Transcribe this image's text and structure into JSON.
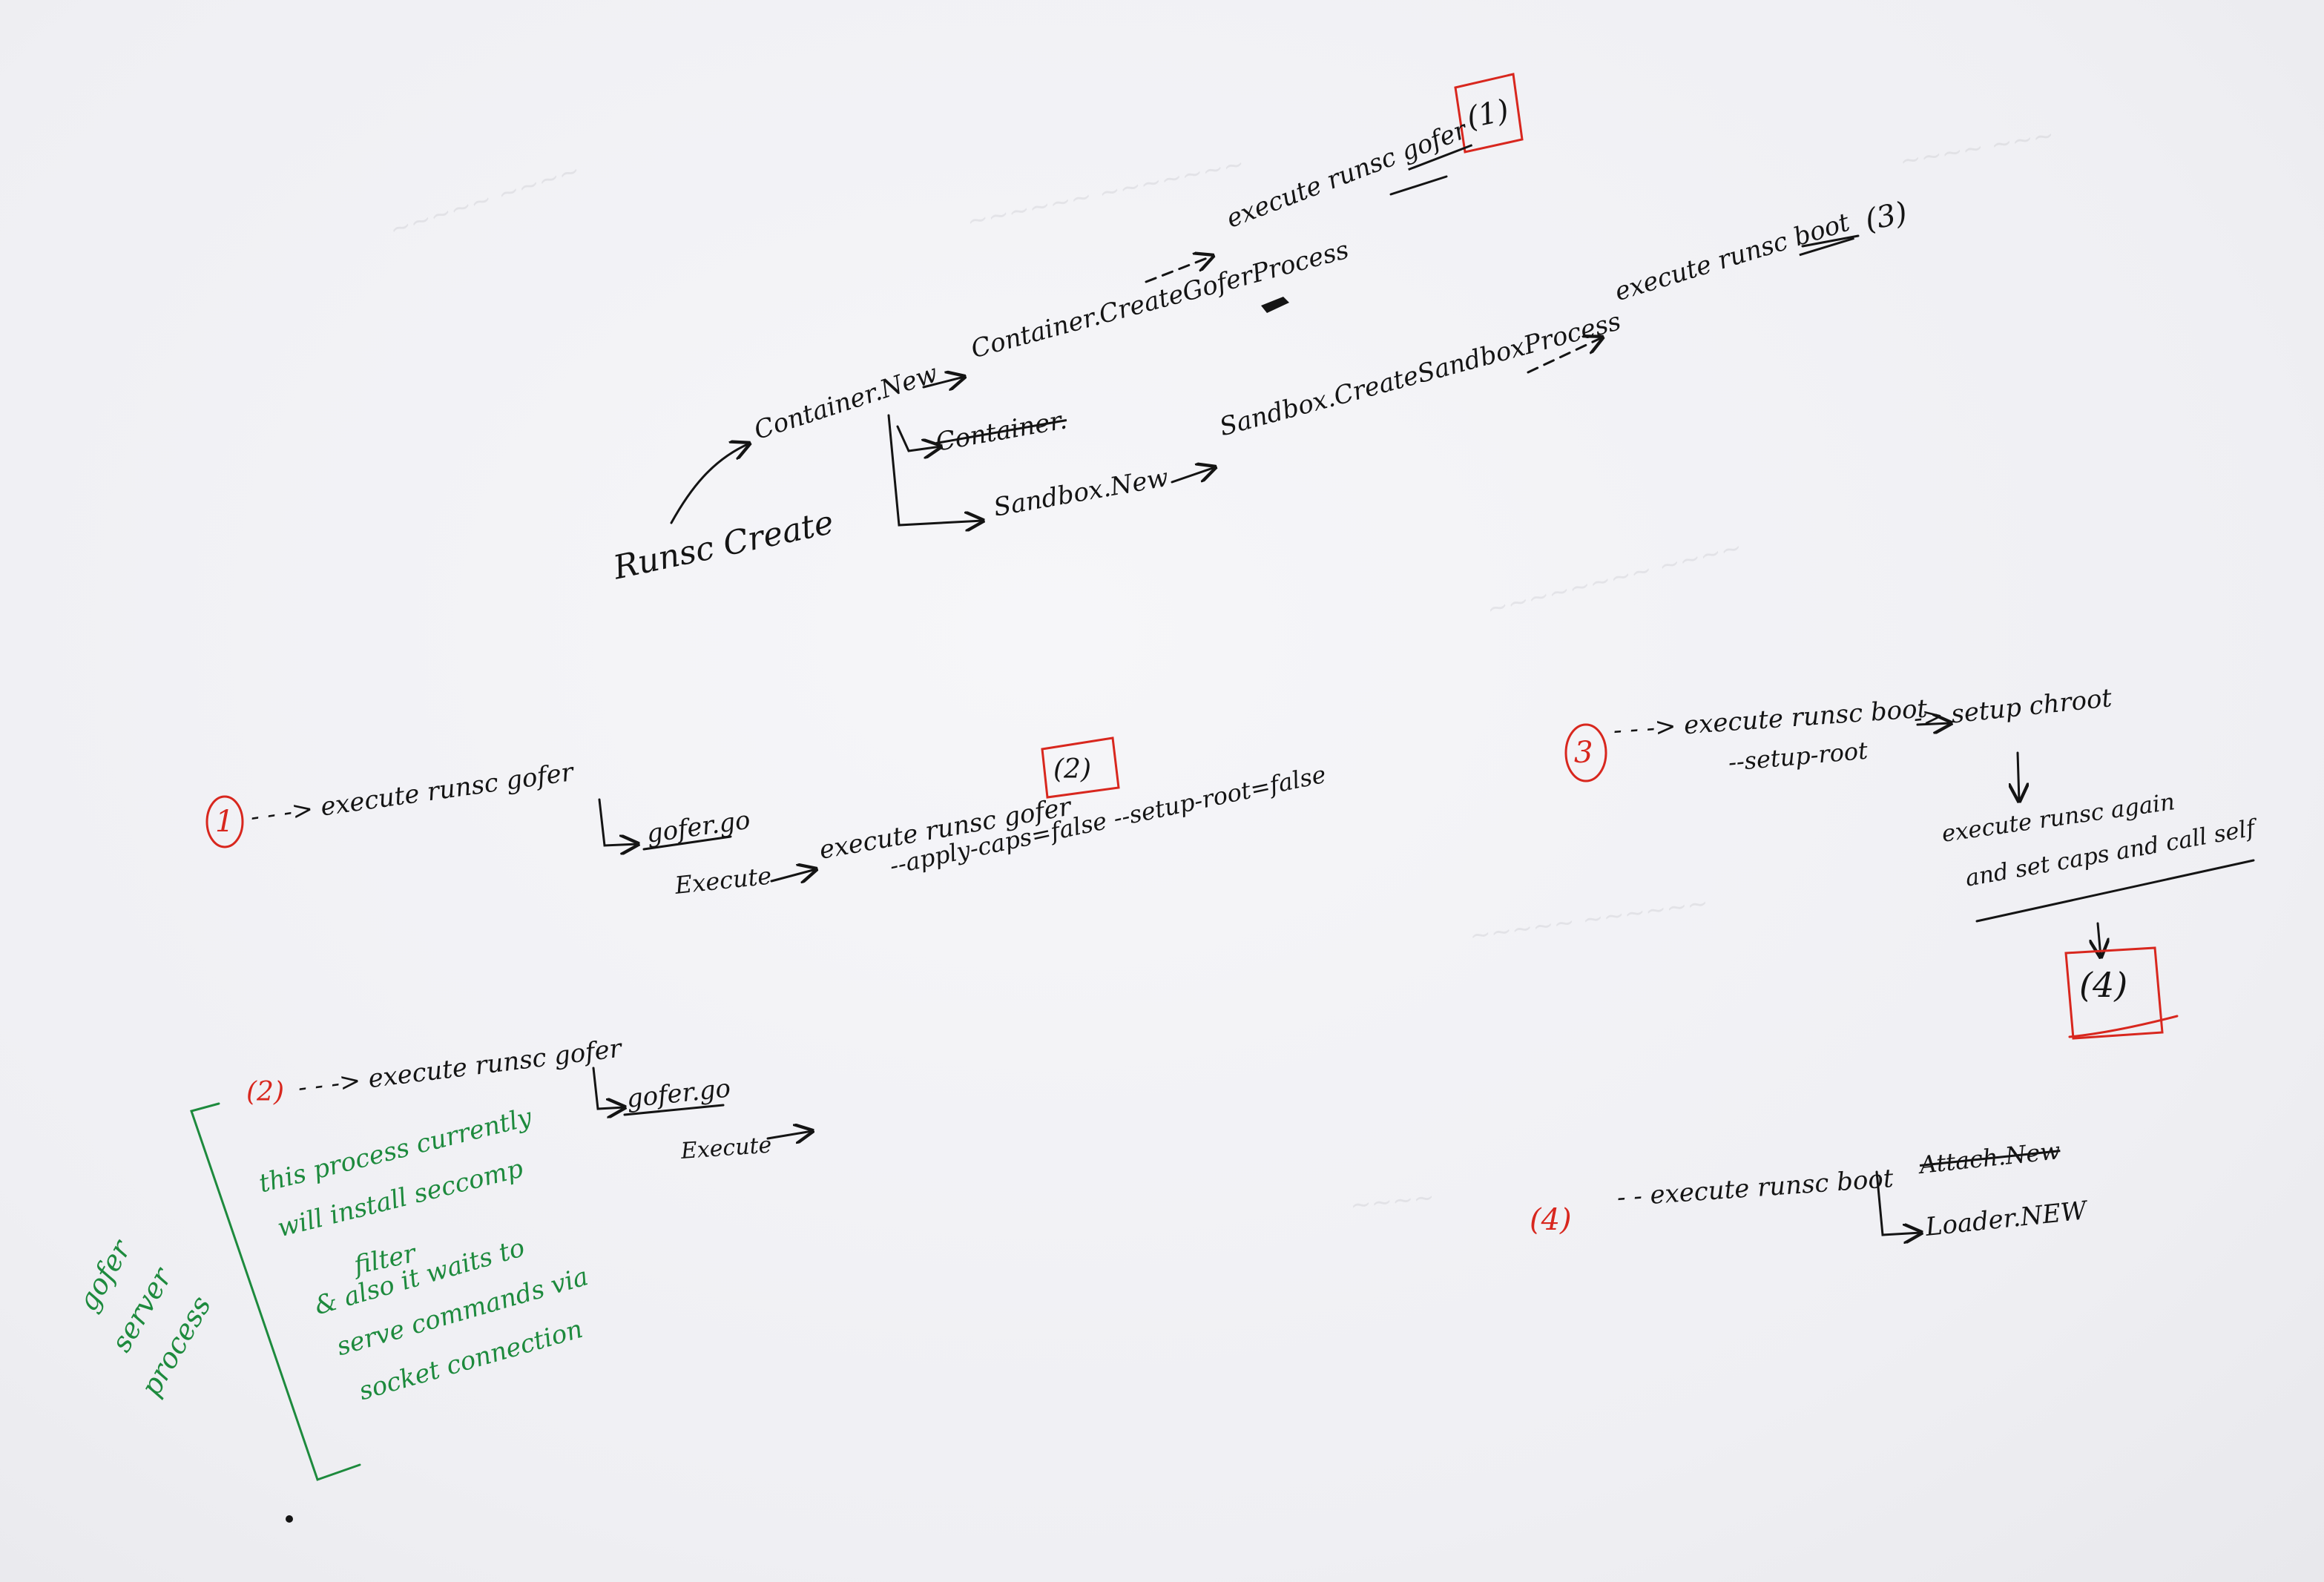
{
  "colors": {
    "ink": "#141414",
    "red": "#d8271e",
    "green": "#1d8a3d",
    "paper": "#f1f1f4"
  },
  "top_flow": {
    "origin": "Runsc Create",
    "container_new": "Container.New",
    "create_gofer": "Container.CreateGoferProcess",
    "exec_gofer_prefix": "execute runsc",
    "exec_gofer_word": "gofer",
    "marker_1": "(1)",
    "struck_container": "Container.",
    "sandbox_new": "Sandbox.New",
    "create_sandbox": "Sandbox.CreateSandboxProcess",
    "exec_boot_prefix": "execute runsc",
    "exec_boot_word": "boot",
    "marker_3": "(3)"
  },
  "section1": {
    "marker": "1",
    "line": "- - -> execute runsc gofer",
    "file": "gofer.go",
    "execute": "Execute",
    "exec": "execute runsc gofer",
    "marker_2": "(2)",
    "flags": "--apply-caps=false --setup-root=false"
  },
  "section3": {
    "marker": "3",
    "line": "- - -> execute runsc boot",
    "flag": "--setup-root",
    "setup": "-> setup chroot",
    "again1": "execute runsc again",
    "again2": "and set caps and call self",
    "marker_4": "(4)"
  },
  "section2": {
    "marker": "(2)",
    "line": "- - -> execute runsc gofer",
    "file": "gofer.go",
    "execute": "Execute",
    "note": [
      "this process currently",
      "will install seccomp",
      "filter",
      "& also it waits to",
      "serve commands via",
      "socket connection"
    ],
    "bracket_label": [
      "gofer",
      "server",
      "process"
    ]
  },
  "section4": {
    "marker": "(4)",
    "line": "- - execute runsc boot",
    "struck": "Attach.New",
    "loader": "Loader.NEW"
  }
}
